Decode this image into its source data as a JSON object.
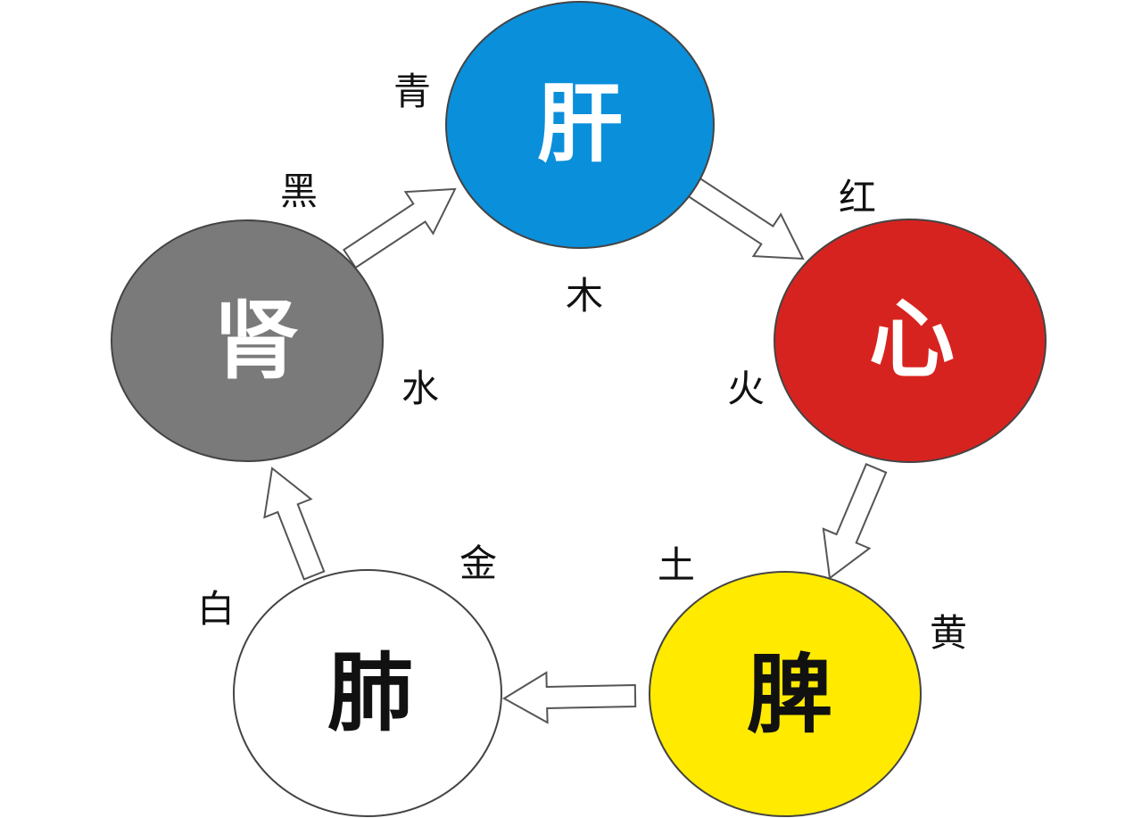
{
  "organs": {
    "liver": {
      "name": "肝",
      "element": "木",
      "color_word": "青",
      "fill": "#0a8fdb",
      "text_color": "#ffffff"
    },
    "heart": {
      "name": "心",
      "element": "火",
      "color_word": "红",
      "fill": "#d7231f",
      "text_color": "#ffffff"
    },
    "spleen": {
      "name": "脾",
      "element": "土",
      "color_word": "黄",
      "fill": "#ffea00",
      "text_color": "#111111"
    },
    "lung": {
      "name": "肺",
      "element": "金",
      "color_word": "白",
      "fill": "#ffffff",
      "text_color": "#111111"
    },
    "kidney": {
      "name": "肾",
      "element": "水",
      "color_word": "黑",
      "fill": "#7a7a7a",
      "text_color": "#ffffff"
    }
  }
}
